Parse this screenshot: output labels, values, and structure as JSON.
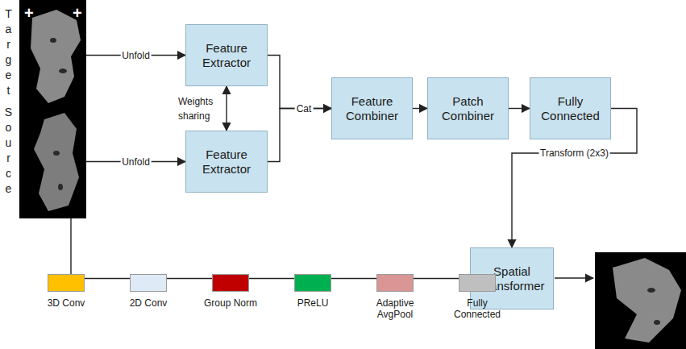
{
  "diagram": {
    "nodes": [
      {
        "text": [
          "Target",
          "Source"
        ]
      },
      {
        "text": [
          "Feature Extractor"
        ]
      },
      {
        "text": [
          "Feature Extractor"
        ]
      },
      {
        "text": [
          "Feature Combiner"
        ]
      },
      {
        "text": [
          "Patch Combiner"
        ]
      },
      {
        "text": [
          "Fully Connected"
        ]
      },
      {
        "text": [
          "Spatial Transformer"
        ]
      }
    ],
    "edges": [
      {
        "from": 0,
        "to": 1,
        "label": "Unfold",
        "arrow": "to"
      },
      {
        "from": 0,
        "to": 2,
        "label": "Unfold",
        "arrow": "to"
      },
      {
        "from": 1,
        "to": 2,
        "label": "Weights sharing",
        "arrow": "both"
      },
      {
        "from": 1,
        "to": 3,
        "label": "Cat",
        "arrow": "to"
      },
      {
        "from": 2,
        "to": 3,
        "arrow": "to"
      },
      {
        "from": 3,
        "to": 4,
        "arrow": "to"
      },
      {
        "from": 4,
        "to": 5,
        "arrow": "to"
      },
      {
        "from": 5,
        "to": 6,
        "label": "Transform (2x3)",
        "arrow": "to"
      },
      {
        "from": 0,
        "to": 6,
        "arrow": "to"
      }
    ],
    "labels": [
      "+",
      "+"
    ],
    "legend": [
      {
        "text": "3D Conv",
        "color": "#ffc000"
      },
      {
        "text": "2D Conv",
        "color": "#deebf7"
      },
      {
        "text": "Group Norm",
        "color": "#c00000"
      },
      {
        "text": "PReLU",
        "color": "#00b050"
      },
      {
        "text": "Adaptive AvgPool",
        "color": "#d99694"
      },
      {
        "text": "Fully Connected",
        "color": "#bfbfbf"
      }
    ]
  }
}
